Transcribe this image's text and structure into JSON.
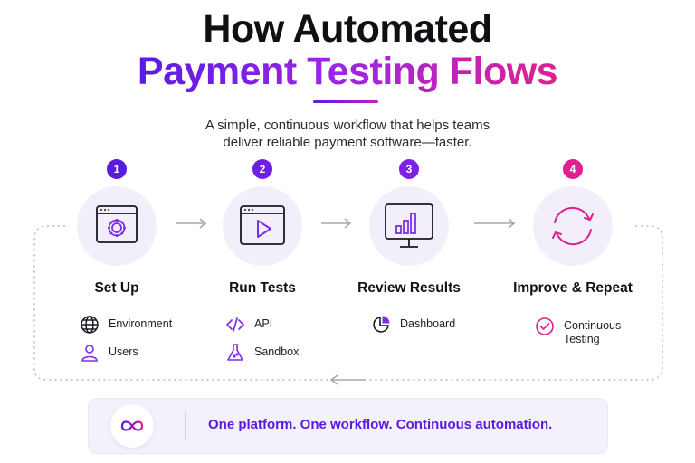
{
  "header": {
    "title_line1": "How Automated",
    "title_line2": "Payment Testing Flows",
    "subtitle_line1": "A simple, continuous workflow that helps teams",
    "subtitle_line2": "deliver reliable payment software—faster."
  },
  "colors": {
    "step1": "#5a1be0",
    "step2": "#6e1fe3",
    "step3": "#7c22e6",
    "step4": "#e0208f",
    "icon_stroke": "#1a1a22",
    "accent": "#7b2fe8"
  },
  "steps": [
    {
      "number": "1",
      "title": "Set Up",
      "icon": "gear-window-icon",
      "items": [
        {
          "icon": "globe-icon",
          "label": "Environment"
        },
        {
          "icon": "user-icon",
          "label": "Users"
        }
      ]
    },
    {
      "number": "2",
      "title": "Run Tests",
      "icon": "play-window-icon",
      "items": [
        {
          "icon": "code-icon",
          "label": "API"
        },
        {
          "icon": "flask-icon",
          "label": "Sandbox"
        }
      ]
    },
    {
      "number": "3",
      "title": "Review Results",
      "icon": "monitor-chart-icon",
      "items": [
        {
          "icon": "pie-chart-icon",
          "label": "Dashboard"
        }
      ]
    },
    {
      "number": "4",
      "title": "Improve & Repeat",
      "icon": "cycle-arrows-icon",
      "items": [
        {
          "icon": "check-circle-icon",
          "label_line1": "Continuous",
          "label_line2": "Testing"
        }
      ]
    }
  ],
  "banner": {
    "icon": "infinity-icon",
    "text": "One platform. One workflow. Continuous automation."
  }
}
